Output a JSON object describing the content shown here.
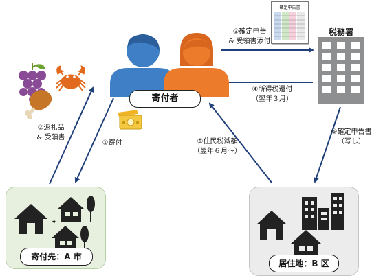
{
  "nodes": {
    "donor": "寄付者",
    "tax_office": "税務署",
    "city_a": "寄付先：A 市",
    "ward_b": "居住地：B 区"
  },
  "steps": {
    "s1": "①寄付",
    "s2_line1": "②返礼品",
    "s2_line2": "& 受領書",
    "s3_line1": "③確定申告",
    "s3_line2": "& 受領書添付",
    "s4_line1": "④所得税還付",
    "s4_line2": "（翌年３月）",
    "s5_line1": "⑤確定申告書",
    "s5_line2": "（写し）",
    "s6_line1": "⑥住民税減額",
    "s6_line2": "（翌年６月～）"
  },
  "document": {
    "title": "確定申告書"
  },
  "colors": {
    "person_blue": "#3f7fc6",
    "person_orange": "#ec7b2c",
    "arrow": "#1f3f7a",
    "city_box": "#e7f0df",
    "ward_box": "#ececec",
    "building": "#8d8f91"
  }
}
